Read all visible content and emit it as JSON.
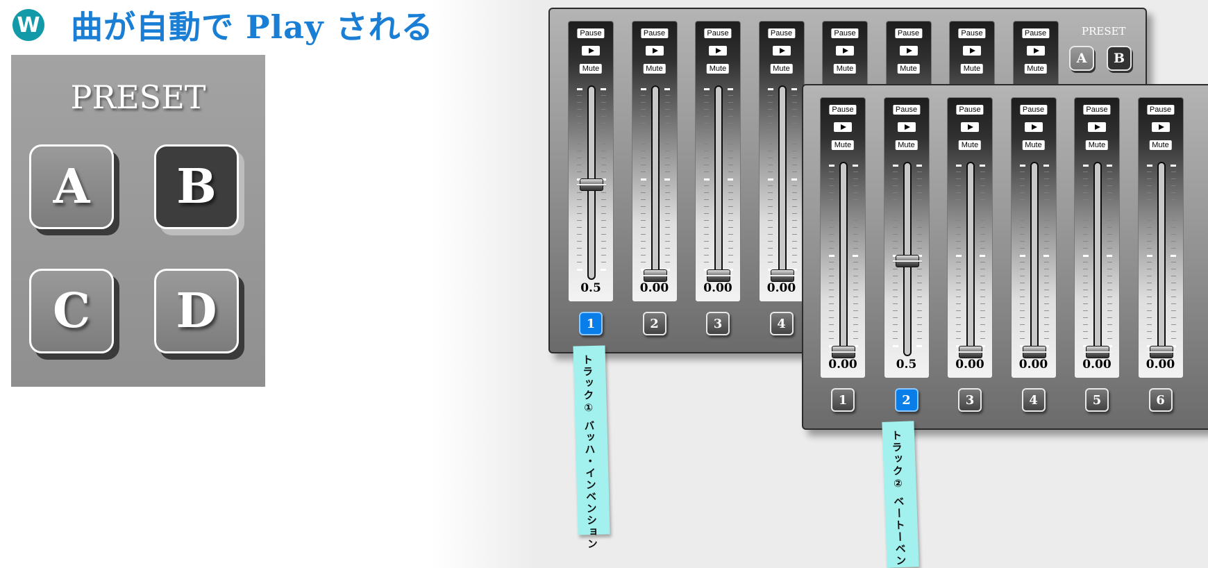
{
  "header": {
    "logo_letter": "W",
    "title": "曲が自動で Play される"
  },
  "preset_panel": {
    "title": "PRESET",
    "buttons": [
      {
        "label": "A",
        "active": false
      },
      {
        "label": "B",
        "active": true
      },
      {
        "label": "C",
        "active": false
      },
      {
        "label": "D",
        "active": false
      }
    ]
  },
  "mixer_back": {
    "preset_label": "PRESET",
    "preset_buttons": [
      {
        "label": "A",
        "active": false
      },
      {
        "label": "B",
        "active": true
      }
    ],
    "strips": [
      {
        "pause": "Pause",
        "mute": "Mute",
        "value": "0.5",
        "level": 0.5,
        "number": "1",
        "active": true
      },
      {
        "pause": "Pause",
        "mute": "Mute",
        "value": "0.00",
        "level": 0,
        "number": "2",
        "active": false
      },
      {
        "pause": "Pause",
        "mute": "Mute",
        "value": "0.00",
        "level": 0,
        "number": "3",
        "active": false
      },
      {
        "pause": "Pause",
        "mute": "Mute",
        "value": "0.00",
        "level": 0,
        "number": "4",
        "active": false
      },
      {
        "pause": "Pause",
        "mute": "Mute"
      },
      {
        "pause": "Pause",
        "mute": "Mute"
      },
      {
        "pause": "Pause",
        "mute": "Mute"
      },
      {
        "pause": "Pause",
        "mute": "Mute"
      }
    ]
  },
  "mixer_front": {
    "strips": [
      {
        "pause": "Pause",
        "mute": "Mute",
        "value": "0.00",
        "level": 0,
        "number": "1",
        "active": false
      },
      {
        "pause": "Pause",
        "mute": "Mute",
        "value": "0.5",
        "level": 0.5,
        "number": "2",
        "active": true
      },
      {
        "pause": "Pause",
        "mute": "Mute",
        "value": "0.00",
        "level": 0,
        "number": "3",
        "active": false
      },
      {
        "pause": "Pause",
        "mute": "Mute",
        "value": "0.00",
        "level": 0,
        "number": "4",
        "active": false
      },
      {
        "pause": "Pause",
        "mute": "Mute",
        "value": "0.00",
        "level": 0,
        "number": "5",
        "active": false
      },
      {
        "pause": "Pause",
        "mute": "Mute",
        "value": "0.00",
        "level": 0,
        "number": "6",
        "active": false
      }
    ]
  },
  "notes": [
    {
      "text": "トラック① バッハ・インベンション"
    },
    {
      "text": "トラック② ベートーベン"
    }
  ],
  "colors": {
    "title": "#1a7fd4",
    "logo": "#139aa8",
    "active_track": "#0a7ee8",
    "note": "#a2f1ee"
  }
}
